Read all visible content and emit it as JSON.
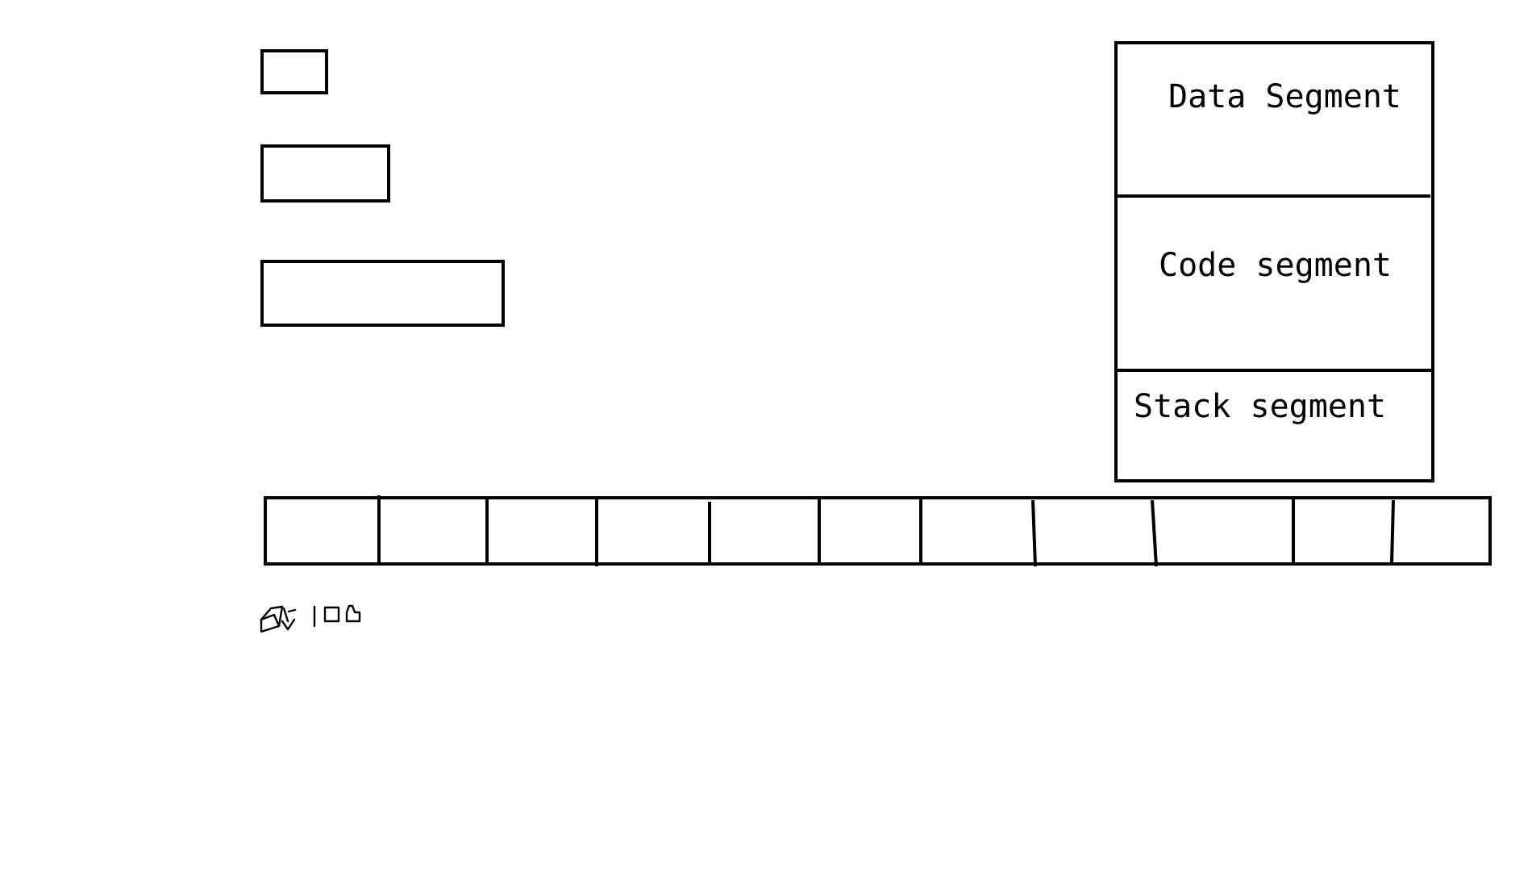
{
  "segments": {
    "data": "Data Segment",
    "code": "Code segment",
    "stack": "Stack segment"
  },
  "memory_strip": {
    "cell_count": 11
  },
  "colors": {
    "stroke": "#000000",
    "background": "#ffffff"
  }
}
